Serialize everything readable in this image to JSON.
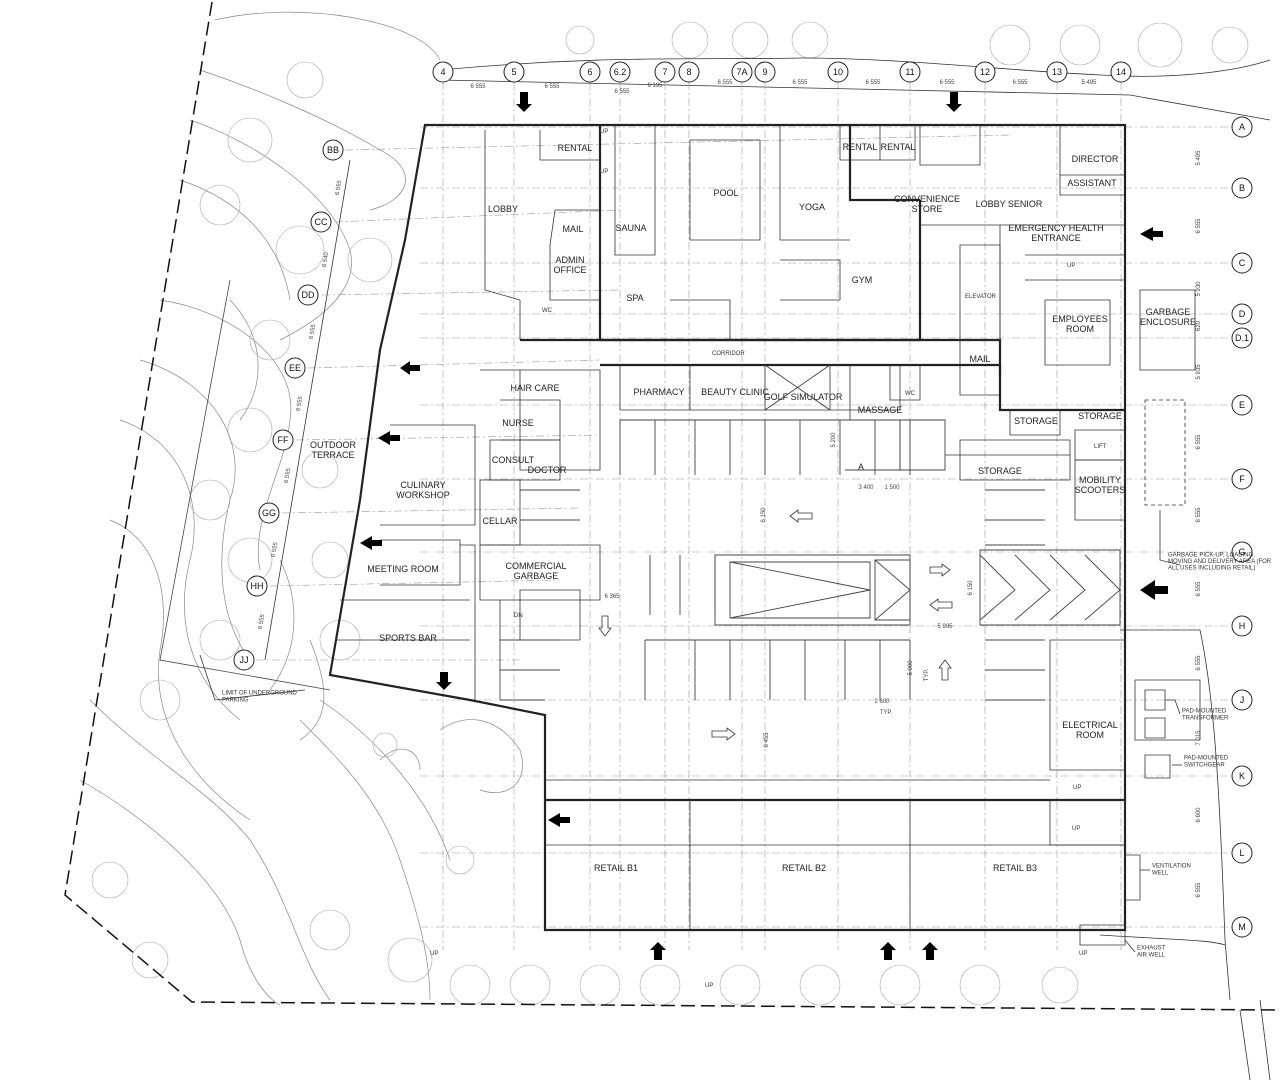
{
  "grid": {
    "columns": [
      "4",
      "5",
      "6",
      "6.2",
      "7",
      "8",
      "7A",
      "9",
      "10",
      "11",
      "12",
      "13",
      "14"
    ],
    "rows": [
      "A",
      "B",
      "C",
      "D",
      "D.1",
      "E",
      "F",
      "G",
      "H",
      "J",
      "K",
      "L",
      "M"
    ],
    "diagonal": [
      "BB",
      "CC",
      "DD",
      "EE",
      "FF",
      "GG",
      "HH",
      "JJ"
    ]
  },
  "dimensions": {
    "top": [
      "6 555",
      "6 555",
      "6 555",
      "6 195",
      "6 555",
      "6 555",
      "6 555",
      "6 555",
      "6 555",
      "5 495"
    ],
    "right": [
      "5 495",
      "6 555",
      "5 930",
      "620",
      "5 935",
      "6 555",
      "6 555",
      "6 555",
      "6 555",
      "7 015",
      "6 600",
      "6 555"
    ],
    "diagonal": [
      "6 555",
      "6 540",
      "6 555",
      "6 555",
      "6 555",
      "6 555",
      "6 555"
    ],
    "interior": [
      "5 200",
      "3 400",
      "1 500",
      "6 150",
      "6 365",
      "6 150",
      "5 995",
      "5 000",
      "2 600",
      "TYP.",
      "TYP.",
      "6 455"
    ]
  },
  "rooms": {
    "rental_1": "RENTAL",
    "lobby": "LOBBY",
    "mail_1": "MAIL",
    "admin_office": "ADMIN\nOFFICE",
    "sauna": "SAUNA",
    "spa": "SPA",
    "pool": "POOL",
    "yoga": "YOGA",
    "rental_2": "RENTAL",
    "rental_3": "RENTAL",
    "convenience_store": "CONVENIENCE\nSTORE",
    "lobby_senior": "LOBBY SENIOR",
    "director": "DIRECTOR",
    "assistant": "ASSISTANT",
    "gym": "GYM",
    "emergency_health_entrance": "EMERGENCY HEALTH\nENTRANCE",
    "elevator": "ELEVATOR",
    "employees_room": "EMPLOYEES\nROOM",
    "mail_2": "MAIL",
    "garbage_enclosure": "GARBAGE\nENCLOSURE",
    "corridor": "CORRIDOR",
    "hair_care": "HAIR CARE",
    "pharmacy": "PHARMACY",
    "beauty_clinic": "BEAUTY CLINIC",
    "golf_simulator": "GOLF SIMULATOR",
    "massage": "MASSAGE",
    "storage_1": "STORAGE",
    "storage_2": "STORAGE",
    "storage_3": "STORAGE",
    "lift": "LIFT",
    "mobility_scooters": "MOBILITY\nSCOOTERS",
    "nurse": "NURSE",
    "consult": "CONSULT",
    "doctor": "DOCTOR",
    "outdoor_terrace": "OUTDOOR\nTERRACE",
    "culinary_workshop": "CULINARY\nWORKSHOP",
    "cellar": "CELLAR",
    "meeting_room": "MEETING ROOM",
    "commercial_garbage": "COMMERCIAL\nGARBAGE",
    "sports_bar": "SPORTS BAR",
    "electrical_room": "ELECTRICAL\nROOM",
    "retail_b1": "RETAIL B1",
    "retail_b2": "RETAIL B2",
    "retail_b3": "RETAIL B3"
  },
  "callouts": {
    "garbage_pickup": "GARBAGE PICK-UP, LOADING,\nMOVING AND DELIVERY AREA (FOR\nALL USES INCLUDING RETAIL)",
    "transformer": "PAD-MOUNTED\nTRANSFORMER",
    "switchgear": "PAD-MOUNTED\nSWITCHGEAR",
    "ventilation_well": "VENTILATION\nWELL",
    "exhaust_air_well": "EXHAUST\nAIR WELL",
    "limit_underground": "LIMIT OF UNDERGROUND\nPARKING"
  },
  "small_text": {
    "up": "UP",
    "dn": "DN",
    "wc": "WC",
    "accessible": "A"
  }
}
